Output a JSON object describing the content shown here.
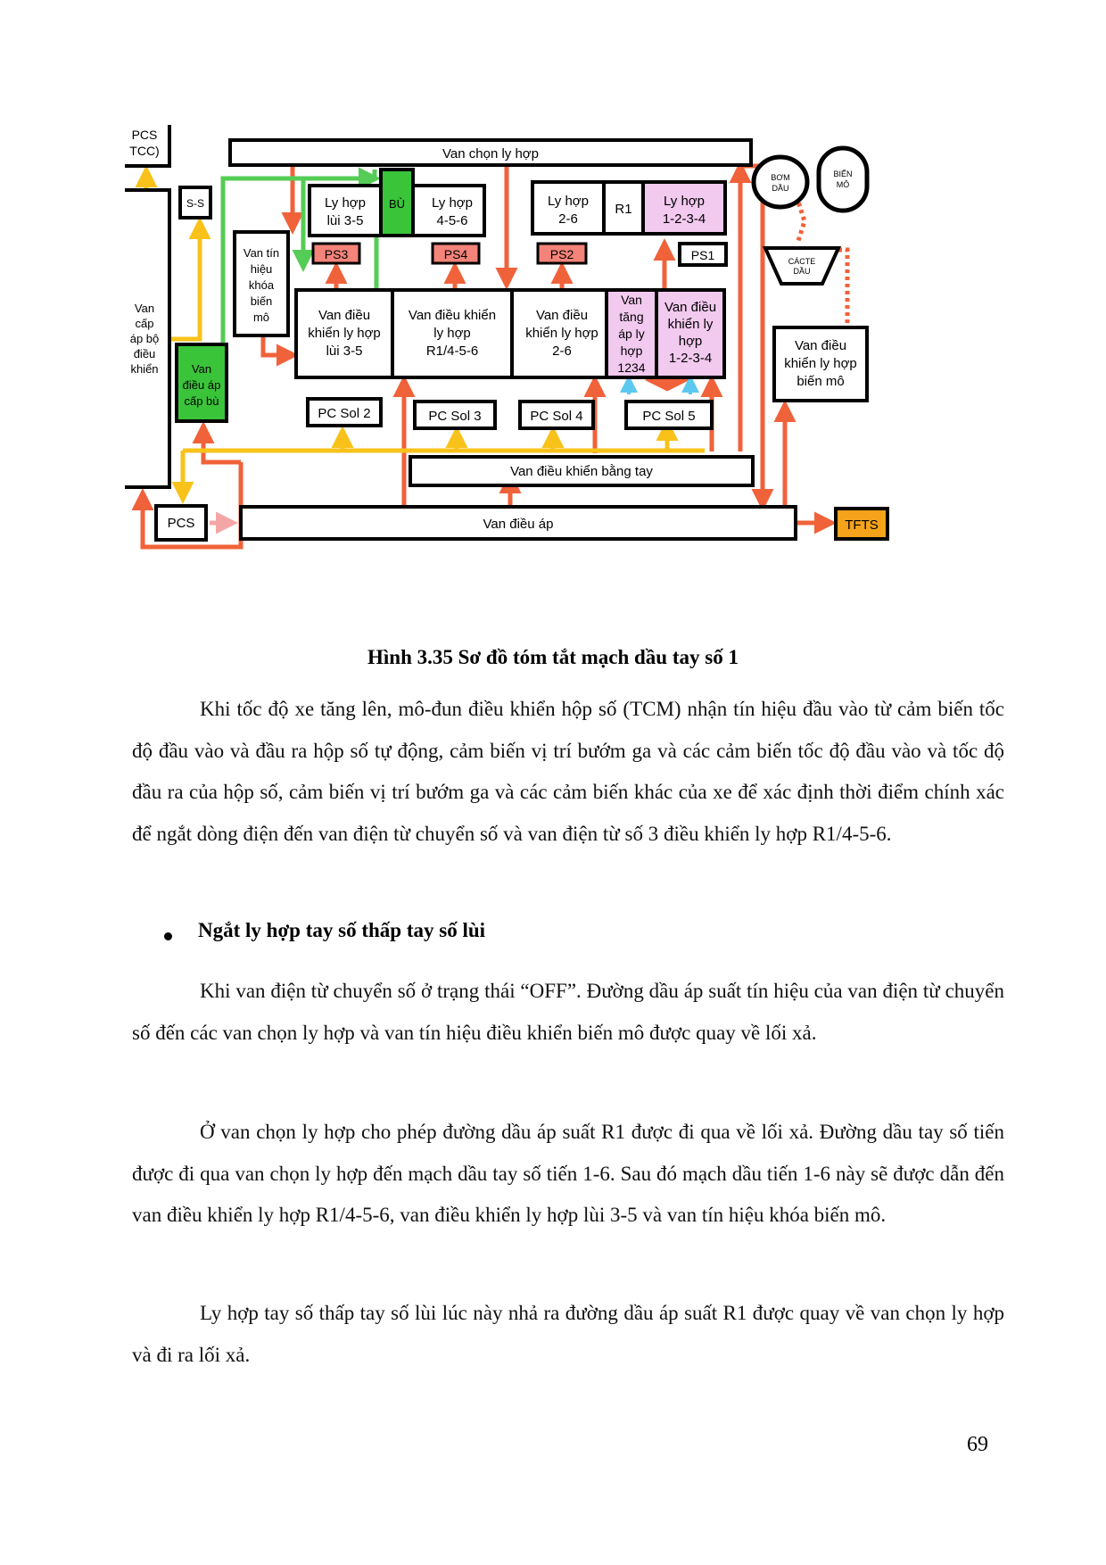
{
  "figure": {
    "labels": {
      "pcs_tcc": [
        "PCS",
        "TCC)"
      ],
      "van_chon_ly_hop": "Van chọn ly hợp",
      "s_s": "S-S",
      "van_cap_ap": [
        "Van",
        "cấp",
        "áp bộ",
        "điều",
        "khiển"
      ],
      "ly_hop_lui": [
        "Ly hợp",
        "lùi 3-5"
      ],
      "bu": "BÙ",
      "ly_hop_456": [
        "Ly hợp",
        "4-5-6"
      ],
      "ly_hop_26": [
        "Ly hợp",
        "2-6"
      ],
      "r1": "R1",
      "ly_hop_1234": [
        "Ly hợp",
        "1-2-3-4"
      ],
      "bom_dau": [
        "BƠM",
        "DẦU"
      ],
      "bien_mo_circle": [
        "BIẾN",
        "MÔ"
      ],
      "cacte_dau": [
        "CÁCTE",
        "DẦU"
      ],
      "ps3": "PS3",
      "ps4": "PS4",
      "ps2": "PS2",
      "ps1": "PS1",
      "van_tin_hieu": [
        "Van tín",
        "hiệu",
        "khóa",
        "biến",
        "mô"
      ],
      "van_dk_lui": [
        "Van điều",
        "khiển ly hợp",
        "lùi 3-5"
      ],
      "van_dk_r1456": [
        "Van điều khiển",
        "ly hợp",
        "R1/4-5-6"
      ],
      "van_dk_26": [
        "Van điều",
        "khiển ly hợp",
        "2-6"
      ],
      "van_tang_ap": [
        "Van",
        "tăng",
        "áp ly",
        "hợp",
        "1234"
      ],
      "van_dk_1234": [
        "Van điều",
        "khiển ly",
        "hợp",
        "1-2-3-4"
      ],
      "van_dk_bien_mo": [
        "Van điều",
        "khiển ly hợp",
        "biến mô"
      ],
      "van_dieu_ap_cap_bu": [
        "Van",
        "điều áp",
        "cấp bù"
      ],
      "pc_sol_2": "PC Sol 2",
      "pc_sol_3": "PC Sol 3",
      "pc_sol_4": "PC Sol 4",
      "pc_sol_5": "PC Sol 5",
      "van_dk_bang_tay": "Van điều khiển bằng tay",
      "pcs": "PCS",
      "van_dieu_ap": "Van điều áp",
      "tfts": "TFTS"
    },
    "colors": {
      "red_orange": "#f0623a",
      "yellow": "#f8c21a",
      "green": "#55cc55",
      "green_fill": "#3ac43a",
      "pink_fill": "#f2c9ef",
      "salmon_fill": "#f4837a",
      "light_blue": "#5bc8f0",
      "light_pink": "#f4a6a6",
      "orange_fill": "#f5a31b"
    }
  },
  "caption": "Hình 3.35 Sơ đồ tóm tắt mạch dầu tay số 1",
  "paragraph1": "Khi tốc độ xe tăng lên, mô-đun điều khiển hộp số (TCM) nhận tín hiệu đầu vào từ cảm biến tốc độ đầu vào và đầu ra hộp số tự động, cảm biến vị trí bướm ga và các cảm biến tốc độ đầu vào và tốc độ đầu ra của hộp số, cảm biến vị trí bướm ga và các cảm biến khác của xe để xác định thời điểm chính xác để ngắt dòng điện đến van điện từ chuyển số và van điện từ số 3 điều khiển ly hợp R1/4-5-6.",
  "bullet_heading": "Ngắt ly hợp tay số thấp tay số lùi",
  "paragraph2": "Khi van điện từ chuyển số ở trạng thái “OFF”. Đường dầu áp suất tín hiệu của van điện từ chuyển số đến các van chọn ly hợp và van tín hiệu điều khiển biến mô được quay về lối xả.",
  "paragraph3": "Ở van chọn ly hợp cho phép đường dầu áp suất R1 được đi qua về lối xả. Đường dầu tay số tiến được đi qua van chọn ly hợp đến mạch dầu tay số tiến 1-6. Sau đó mạch dầu tiến 1-6 này sẽ được dẫn đến van điều khiển ly hợp R1/4-5-6, van điều khiển ly hợp lùi 3-5 và van tín hiệu khóa biến mô.",
  "paragraph4": "Ly hợp tay số thấp tay số lùi lúc này nhả ra đường dầu áp suất R1 được quay về van chọn ly hợp và đi ra lối xả.",
  "page_number": "69"
}
